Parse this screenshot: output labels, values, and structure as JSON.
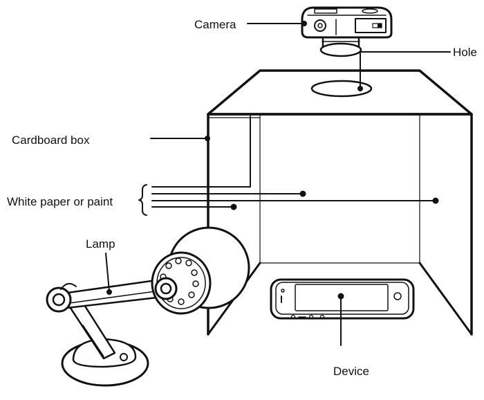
{
  "labels": {
    "camera": "Camera",
    "hole": "Hole",
    "cardboard_box": "Cardboard  box",
    "white_paper": "White paper or paint",
    "lamp": "Lamp",
    "device": "Device"
  },
  "colors": {
    "stroke": "#111111",
    "background": "#ffffff",
    "shade": "#d0d0d0"
  }
}
